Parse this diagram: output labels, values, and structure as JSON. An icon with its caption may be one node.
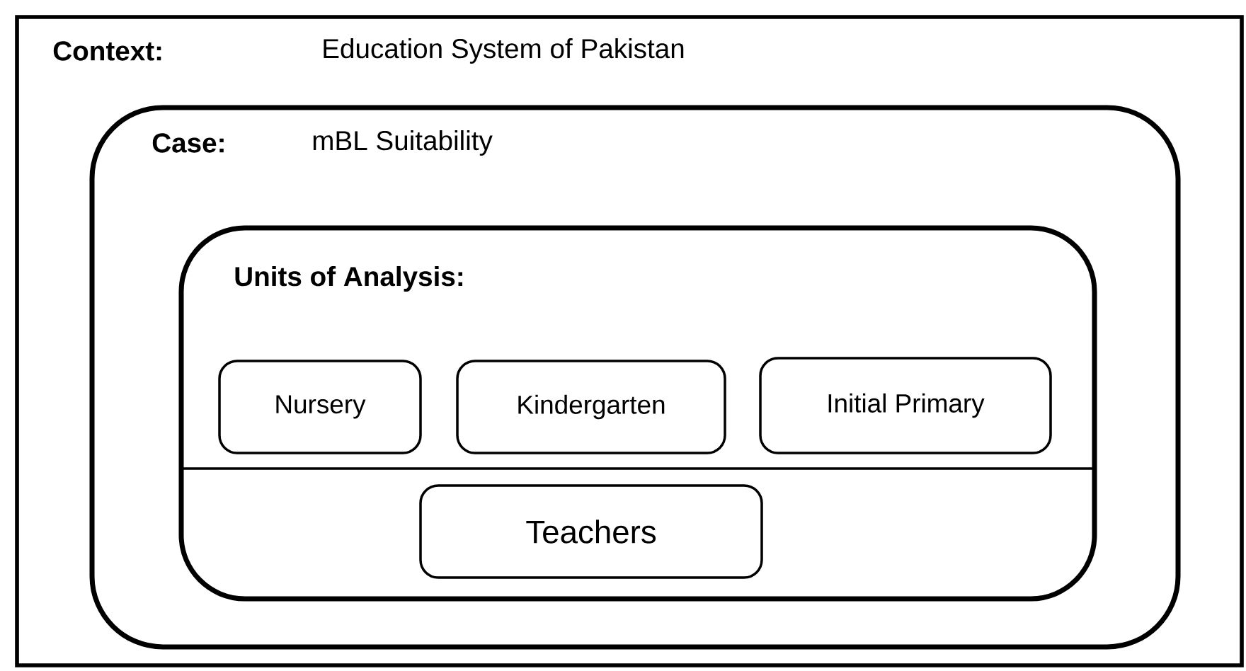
{
  "diagram": {
    "nodes": [
      {
        "text": [
          "Context:",
          "Education System of Pakistan"
        ]
      },
      {
        "text": [
          "Case:",
          "mBL Suitability"
        ],
        "in": 0
      },
      {
        "text": [
          "Units of Analysis:"
        ],
        "in": 1
      },
      {
        "text": [
          "Nursery"
        ],
        "in": 2
      },
      {
        "text": [
          "Kindergarten"
        ],
        "in": 2
      },
      {
        "text": [
          "Initial Primary"
        ],
        "in": 2
      },
      {
        "text": [
          "Teachers"
        ],
        "in": 2
      }
    ]
  }
}
